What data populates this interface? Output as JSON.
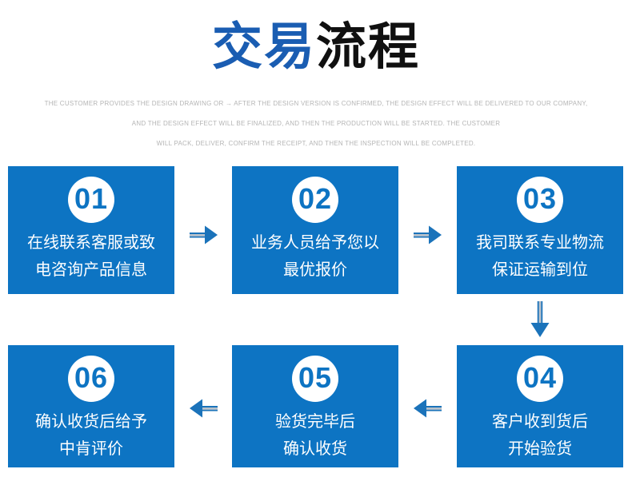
{
  "header": {
    "title_blue": "交易",
    "title_black": "流程",
    "subtitle_lines": [
      "THE CUSTOMER PROVIDES THE DESIGN DRAWING OR → AFTER THE DESIGN VERSION IS CONFIRMED, THE DESIGN EFFECT WILL BE DELIVERED TO OUR COMPANY,",
      "AND THE DESIGN EFFECT WILL BE FINALIZED, AND THEN THE PRODUCTION WILL BE STARTED. THE CUSTOMER",
      "WILL PACK, DELIVER, CONFIRM THE RECEIPT, AND THEN THE INSPECTION WILL BE COMPLETED."
    ]
  },
  "colors": {
    "box_blue": "#0d74c3",
    "title_blue": "#1a5db2",
    "title_black": "#101010",
    "arrow_blue": "#1b73ba",
    "arrow_stripe": "#b9c2cb",
    "subtitle_gray": "#b5b5b5"
  },
  "steps": [
    {
      "number": "01",
      "line1": "在线联系客服或致",
      "line2": "电咨询产品信息"
    },
    {
      "number": "02",
      "line1": "业务人员给予您以",
      "line2": "最优报价"
    },
    {
      "number": "03",
      "line1": "我司联系专业物流",
      "line2": "保证运输到位"
    },
    {
      "number": "04",
      "line1": "客户收到货后",
      "line2": "开始验货"
    },
    {
      "number": "05",
      "line1": "验货完毕后",
      "line2": "确认收货"
    },
    {
      "number": "06",
      "line1": "确认收货后给予",
      "line2": "中肯评价"
    }
  ],
  "flow": {
    "direction_row1": "left-to-right",
    "direction_row2": "right-to-left"
  }
}
